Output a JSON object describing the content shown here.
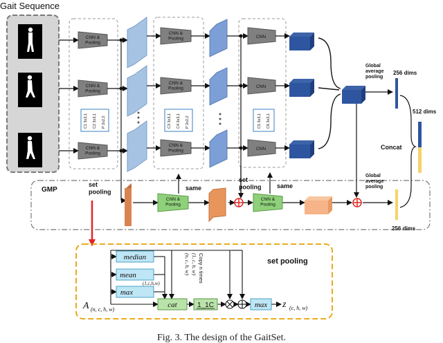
{
  "title": "Gait Sequence",
  "cnn_pool": "CNN &\nPooling",
  "cnn": "CNN",
  "conv_stack": [
    "C1 3x3,1",
    "C2 3x3,1",
    "P 2x2,2"
  ],
  "conv_stack_2": [
    "C3 3x3,1",
    "C4 3x3,1",
    "P 2x2,2"
  ],
  "conv_stack_3": [
    "C5 3x3,1",
    "C6 3x3,1"
  ],
  "gmp": "GMP",
  "set_pooling_label": "set\npooling",
  "set_pooling_label_2": "set\npooling",
  "same": "same",
  "same_2": "same",
  "gap_label": "Global\naverage\npooling",
  "gap_label_2": "Global\naverage\npooling",
  "dims_256_top": "256 dims",
  "dims_512": "512 dims",
  "dims_256_bot": "256 dims",
  "concat": "Concat",
  "setpool": {
    "title": "set pooling",
    "median": "median",
    "mean": "mean",
    "max": "max",
    "cat": "cat",
    "conv": "1_1C",
    "max2": "max",
    "input_main": "A",
    "input_sub": "(n, c, h, w)",
    "output_main": "z",
    "output_sub": "(c, h, w)",
    "shape_mid": "(1,c,h,w)",
    "copy_text": "Copy n times",
    "shape_side_1": "(1, c, h, w)",
    "shape_side_2": "(n, c, h, w)"
  },
  "caption": "Fig. 3.  The design of the GaitSet."
}
